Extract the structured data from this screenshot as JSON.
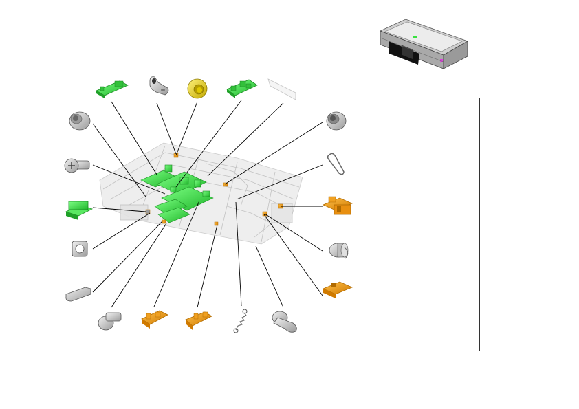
{
  "diagram": {
    "type": "exploded-parts-view",
    "colors": {
      "board": "#39e040",
      "board_dark": "#1a8a22",
      "bracket": "#f0a020",
      "bracket_dark": "#b06a00",
      "gold": "#e6d020",
      "gray": "#c8c8c8",
      "gray_dark": "#6e6e6e",
      "frame": "#d9d9d9",
      "leader": "#000000"
    },
    "parts": [
      {
        "id": "pcb-small-top",
        "kind": "pcb"
      },
      {
        "id": "lever-top",
        "kind": "lever"
      },
      {
        "id": "bearing-gold",
        "kind": "gold-washer"
      },
      {
        "id": "pcb-top-right",
        "kind": "pcb"
      },
      {
        "id": "bushing-left",
        "kind": "bushing"
      },
      {
        "id": "screw-left",
        "kind": "screw"
      },
      {
        "id": "connector-block",
        "kind": "pcb"
      },
      {
        "id": "square-gasket",
        "kind": "gasket"
      },
      {
        "id": "latch-bottom-left",
        "kind": "latch"
      },
      {
        "id": "stud-bottom",
        "kind": "stud"
      },
      {
        "id": "bracket-bottom-1",
        "kind": "bracket"
      },
      {
        "id": "bracket-bottom-2",
        "kind": "bracket"
      },
      {
        "id": "spring-small",
        "kind": "spring"
      },
      {
        "id": "pin-bottom-right",
        "kind": "pin"
      },
      {
        "id": "bushing-right",
        "kind": "bushing"
      },
      {
        "id": "clip-right",
        "kind": "clip"
      },
      {
        "id": "bracket-right",
        "kind": "bracket"
      },
      {
        "id": "spring-roller",
        "kind": "roller"
      },
      {
        "id": "plate-right",
        "kind": "plate"
      }
    ],
    "thumbnail": {
      "id": "assembly-thumbnail"
    }
  }
}
